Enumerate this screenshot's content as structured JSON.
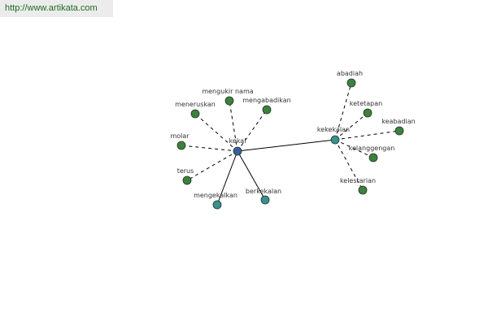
{
  "url_bar": {
    "text": "http://www.artikata.com"
  },
  "colors": {
    "dark_node": "#3a5da0",
    "teal_node": "#3a8f90",
    "green_node": "#3f7f3f",
    "node_stroke": "#1e3a1e",
    "edge": "#000000",
    "label": "#333333",
    "url_text": "#1f6b1f"
  },
  "graph": {
    "nodes": [
      {
        "id": "kekal",
        "label": "kekal",
        "kind": "dark"
      },
      {
        "id": "kekekalan",
        "label": "kekekalan",
        "kind": "teal"
      },
      {
        "id": "mengekalkan",
        "label": "mengekalkan",
        "kind": "teal"
      },
      {
        "id": "berkekalan",
        "label": "berkekalan",
        "kind": "teal"
      },
      {
        "id": "mengukir-nama",
        "label": "mengukir nama",
        "kind": "green"
      },
      {
        "id": "meneruskan",
        "label": "meneruskan",
        "kind": "green"
      },
      {
        "id": "mengabadikan",
        "label": "mengabadikan",
        "kind": "green"
      },
      {
        "id": "molar",
        "label": "molar",
        "kind": "green"
      },
      {
        "id": "terus",
        "label": "terus",
        "kind": "green"
      },
      {
        "id": "abadiah",
        "label": "abadiah",
        "kind": "green"
      },
      {
        "id": "ketetapan",
        "label": "ketetapan",
        "kind": "green"
      },
      {
        "id": "keabadian",
        "label": "keabadian",
        "kind": "green"
      },
      {
        "id": "kelanggengan",
        "label": "kelanggengan",
        "kind": "green"
      },
      {
        "id": "kelestarian",
        "label": "kelestarian",
        "kind": "green"
      }
    ],
    "edges": [
      {
        "from": "kekal",
        "to": "kekekalan",
        "style": "solid"
      },
      {
        "from": "kekal",
        "to": "mengekalkan",
        "style": "solid"
      },
      {
        "from": "kekal",
        "to": "berkekalan",
        "style": "solid"
      },
      {
        "from": "kekal",
        "to": "mengukir-nama",
        "style": "dashed"
      },
      {
        "from": "kekal",
        "to": "meneruskan",
        "style": "dashed"
      },
      {
        "from": "kekal",
        "to": "mengabadikan",
        "style": "dashed"
      },
      {
        "from": "kekal",
        "to": "molar",
        "style": "dashed"
      },
      {
        "from": "kekal",
        "to": "terus",
        "style": "dashed"
      },
      {
        "from": "kekekalan",
        "to": "abadiah",
        "style": "dashed"
      },
      {
        "from": "kekekalan",
        "to": "ketetapan",
        "style": "dashed"
      },
      {
        "from": "kekekalan",
        "to": "keabadian",
        "style": "dashed"
      },
      {
        "from": "kekekalan",
        "to": "kelanggengan",
        "style": "dashed"
      },
      {
        "from": "kekekalan",
        "to": "kelestarian",
        "style": "dashed"
      }
    ]
  }
}
